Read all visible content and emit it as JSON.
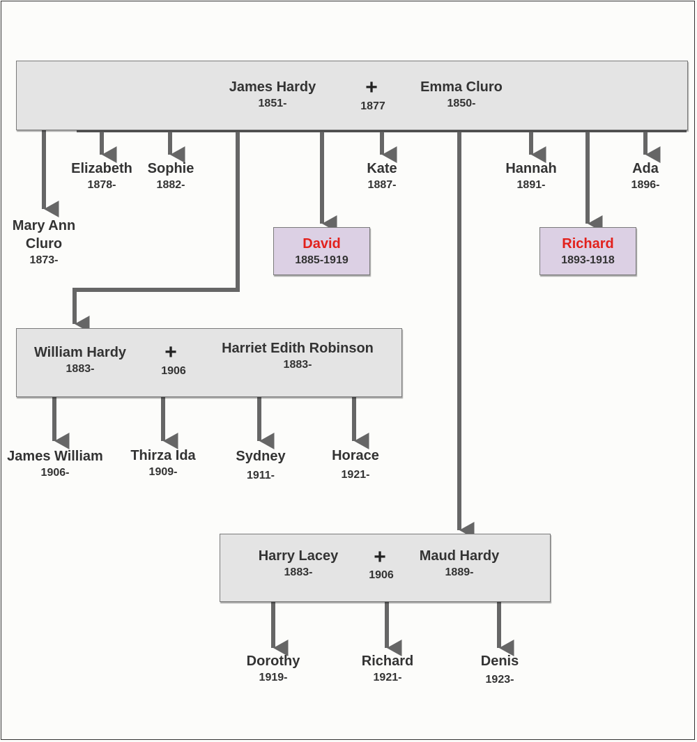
{
  "colors": {
    "link": "#666666",
    "box_fill": "#e4e4e4",
    "highlight_fill": "#dcd0e4",
    "highlight_text": "#e2211c"
  },
  "couple1": {
    "left": {
      "name": "James Hardy",
      "dates": "1851-"
    },
    "right": {
      "name": "Emma Cluro",
      "dates": "1850-"
    },
    "plus": "+",
    "marriage": "1877"
  },
  "children1": [
    {
      "name": "Mary Ann",
      "name2": "Cluro",
      "dates": "1873-"
    },
    {
      "name": "Elizabeth",
      "dates": "1878-"
    },
    {
      "name": "Sophie",
      "dates": "1882-"
    },
    {
      "name": "David",
      "dates": "1885-1919"
    },
    {
      "name": "Kate",
      "dates": "1887-"
    },
    {
      "name": "Hannah",
      "dates": "1891-"
    },
    {
      "name": "Richard",
      "dates": "1893-1918"
    },
    {
      "name": "Ada",
      "dates": "1896-"
    }
  ],
  "couple2": {
    "left": {
      "name": "William Hardy",
      "dates": "1883-"
    },
    "right": {
      "name": "Harriet Edith Robinson",
      "dates": "1883-"
    },
    "plus": "+",
    "marriage": "1906"
  },
  "children2": [
    {
      "name": "James William",
      "dates": "1906-"
    },
    {
      "name": "Thirza Ida",
      "dates": "1909-"
    },
    {
      "name": "Sydney",
      "dates": "1911-"
    },
    {
      "name": "Horace",
      "dates": "1921-"
    }
  ],
  "couple3": {
    "left": {
      "name": "Harry Lacey",
      "dates": "1883-"
    },
    "right": {
      "name": "Maud Hardy",
      "dates": "1889-"
    },
    "plus": "+",
    "marriage": "1906"
  },
  "children3": [
    {
      "name": "Dorothy",
      "dates": "1919-"
    },
    {
      "name": "Richard",
      "dates": "1921-"
    },
    {
      "name": "Denis",
      "dates": "1923-"
    }
  ]
}
